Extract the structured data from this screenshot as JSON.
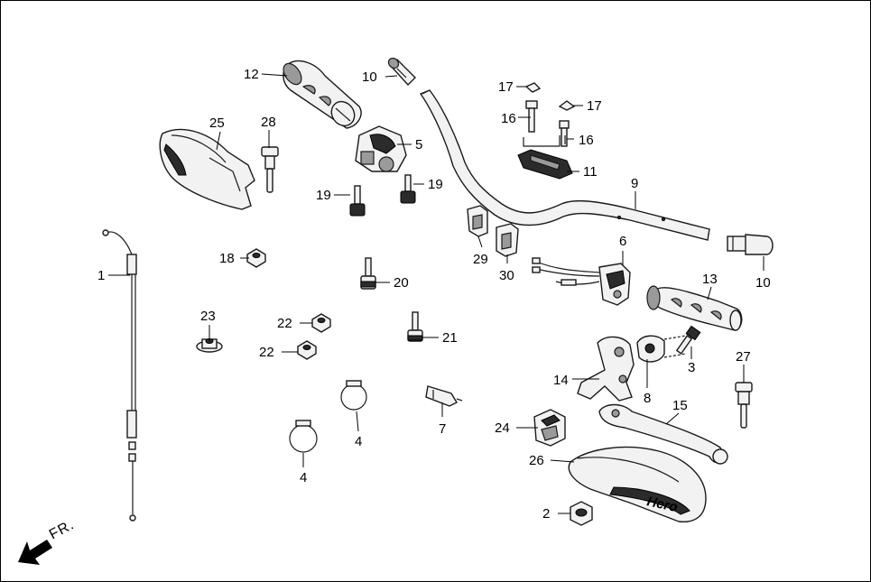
{
  "callouts": {
    "c1": "1",
    "c2": "2",
    "c3": "3",
    "c4a": "4",
    "c4b": "4",
    "c5": "5",
    "c6": "6",
    "c7": "7",
    "c8": "8",
    "c9": "9",
    "c10a": "10",
    "c10b": "10",
    "c11": "11",
    "c12": "12",
    "c13": "13",
    "c14": "14",
    "c15": "15",
    "c16a": "16",
    "c16b": "16",
    "c17a": "17",
    "c17b": "17",
    "c18": "18",
    "c19a": "19",
    "c19b": "19",
    "c20": "20",
    "c21": "21",
    "c22a": "22",
    "c22b": "22",
    "c23": "23",
    "c24": "24",
    "c25": "25",
    "c26": "26",
    "c27": "27",
    "c28": "28",
    "c29": "29",
    "c30": "30"
  },
  "front_indicator": {
    "label": "FR."
  },
  "handguard_brand": "Hero"
}
